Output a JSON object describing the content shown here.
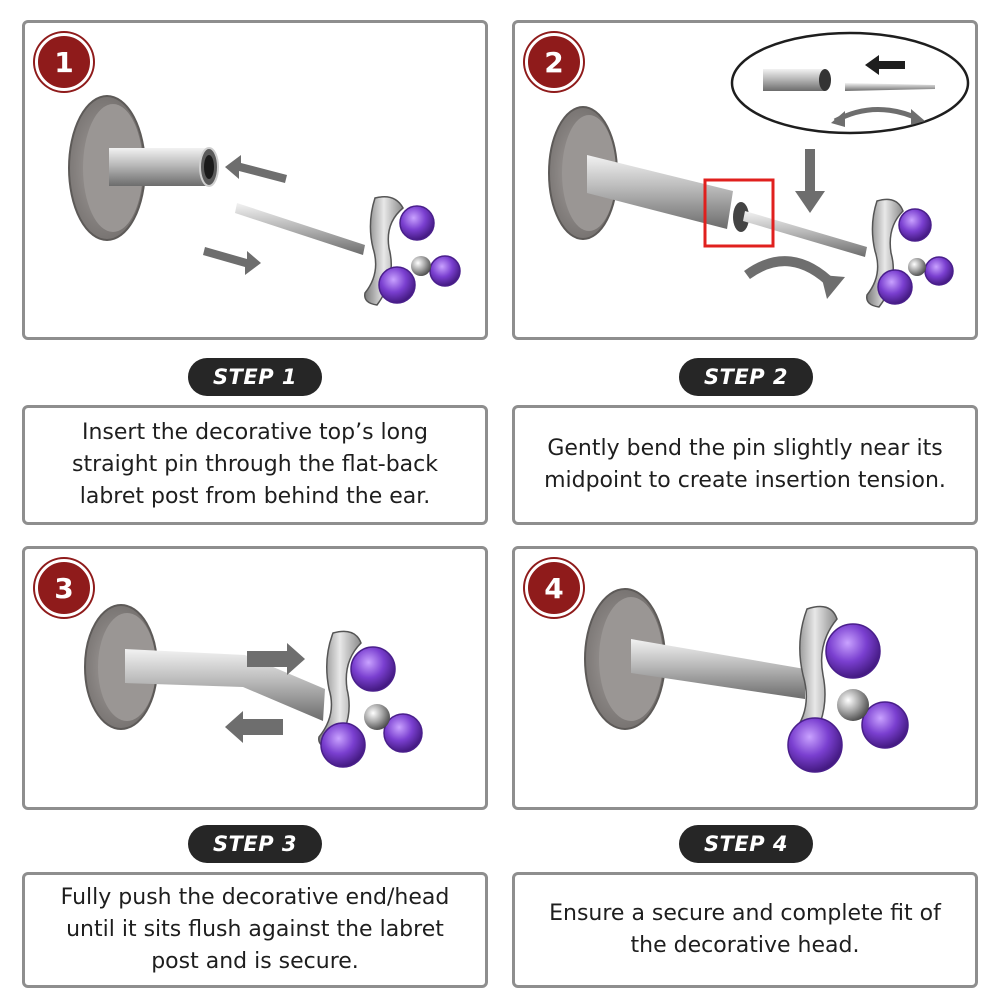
{
  "steps": [
    {
      "number": "1",
      "label": "STEP 1",
      "text": "Insert the decorative top’s long straight pin through the flat-back labret post from behind the ear."
    },
    {
      "number": "2",
      "label": "STEP 2",
      "text": "Gently bend the pin slightly near its midpoint to create insertion tension."
    },
    {
      "number": "3",
      "label": "STEP 3",
      "text": "Fully push the decorative end/head until it sits flush against the labret post and is secure."
    },
    {
      "number": "4",
      "label": "STEP 4",
      "text": "Ensure a secure and complete fit of the decorative head."
    }
  ],
  "colors": {
    "badge": "#8f1b1b",
    "pill": "#262626",
    "border": "#8e8e8e",
    "gem": "#7a3fd0",
    "highlight": "#e0201e",
    "arrow": "#6e6e6e"
  }
}
